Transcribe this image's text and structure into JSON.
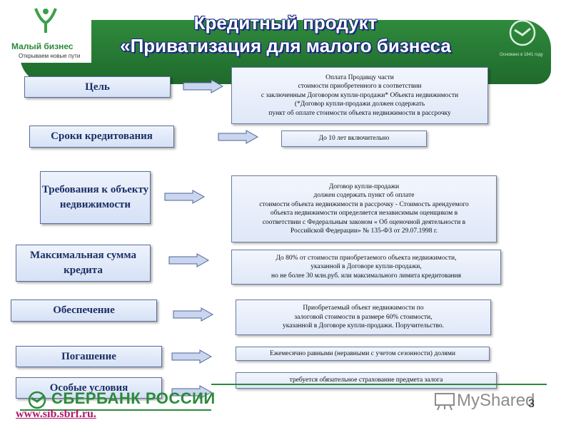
{
  "logo": {
    "name": "Малый бизнес",
    "tagline": "Открываем новые пути"
  },
  "title": {
    "line1": "Кредитный продукт",
    "line2": "«Приватизация для малого бизнеса"
  },
  "header_emblem_caption": "Основано в 1841 году",
  "rows": [
    {
      "label": "Цель",
      "text": "Оплата Продавцу части\nстоимости приобретенного в соответствии\nс заключенным Договором купли-продажи* Объекта недвижимости\n(*Договор купли-продажи должен содержать\nпункт об оплате стоимости объекта недвижимости в рассрочку"
    },
    {
      "label": "Сроки кредитования",
      "text": "До 10 лет включительно"
    },
    {
      "label": "Требования к объекту недвижимости",
      "text": "Договор купли-продажи\nдолжен содержать пункт об оплате\nстоимости объекта недвижимости в рассрочку - Стоимость арендуемого\nобъекта недвижимости определяется независимым оценщиком в\nсоответствии с Федеральным законом « Об оценочной деятельности в\nРоссийской Федерации» № 135-ФЗ от 29.07.1998 г."
    },
    {
      "label": "Максимальная сумма кредита",
      "text": "До 80% от стоимости приобретаемого объекта недвижимости,\nуказанной в Договоре купли-продажи,\nно не более 30 млн.руб. или максимального лимита кредитования"
    },
    {
      "label": "Обеспечение",
      "text": "Приобретаемый объект недвижимости по\nзалоговой стоимости в размере 60% стоимости,\nуказанной в Договоре купли-продажи. Поручительство."
    },
    {
      "label": "Погашение",
      "text": "Ежемесячно равными (неравными с учетом сезонности) долями"
    },
    {
      "label": "Особые условия",
      "text": "требуется обязательное страхование предмета залога"
    }
  ],
  "footer": {
    "bank": "СБЕРБАНК РОССИИ",
    "url": "www.sib.sbrf.ru.",
    "watermark": "MyShared",
    "page": "3"
  },
  "colors": {
    "green": "#2b8a3a",
    "label_text": "#1c2f66",
    "url": "#b0186a"
  }
}
